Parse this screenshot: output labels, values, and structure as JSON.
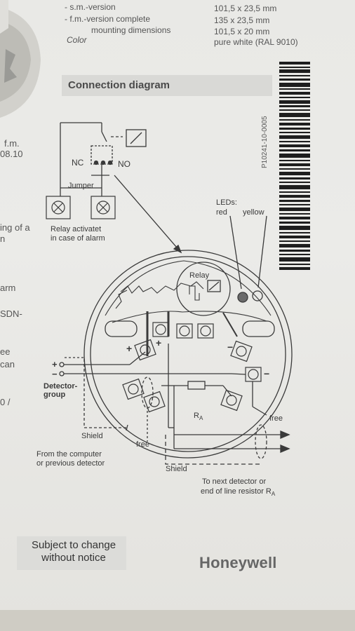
{
  "specs": {
    "rows": [
      {
        "label": "- s.m.-version",
        "value": "101,5 x 23,5 mm"
      },
      {
        "label": "- f.m.-version  complete",
        "value": "135 x 23,5 mm"
      },
      {
        "label": "mounting dimensions",
        "value": "101,5 x 20 mm"
      },
      {
        "label": "Color",
        "value": "pure white (RAL 9010)"
      }
    ]
  },
  "section": {
    "title": "Connection diagram"
  },
  "left_fragments": [
    "f.m.",
    "08.10",
    "ing of a",
    "n",
    "arm",
    "SDN-",
    "ee",
    "can",
    "0 /"
  ],
  "barcode": {
    "id": "P10241-10-0005"
  },
  "diagram": {
    "nc_label": "NC",
    "no_label": "NO",
    "jumper_label": "Jumper",
    "relay_note": [
      "Relay activatet",
      "in case of alarm"
    ],
    "leds_label": "LEDs:",
    "red_label": "red",
    "yellow_label": "yellow",
    "relay_label": "Relay",
    "detector_group_label": [
      "Detector-",
      "group"
    ],
    "shield_label_1": "Shield",
    "shield_label_2": "Shield",
    "free_label_1": "free",
    "free_label_2": "free",
    "ra_label": "R",
    "ra_sub": "A",
    "plus_sign": "+",
    "minus_sign": "−",
    "from_label": [
      "From the computer",
      "or previous detector"
    ],
    "to_label": [
      "To next detector or",
      "end of line resistor R"
    ],
    "to_sub": "A"
  },
  "notice": {
    "text": "Subject to change without notice"
  },
  "brand": {
    "name": "Honeywell"
  }
}
